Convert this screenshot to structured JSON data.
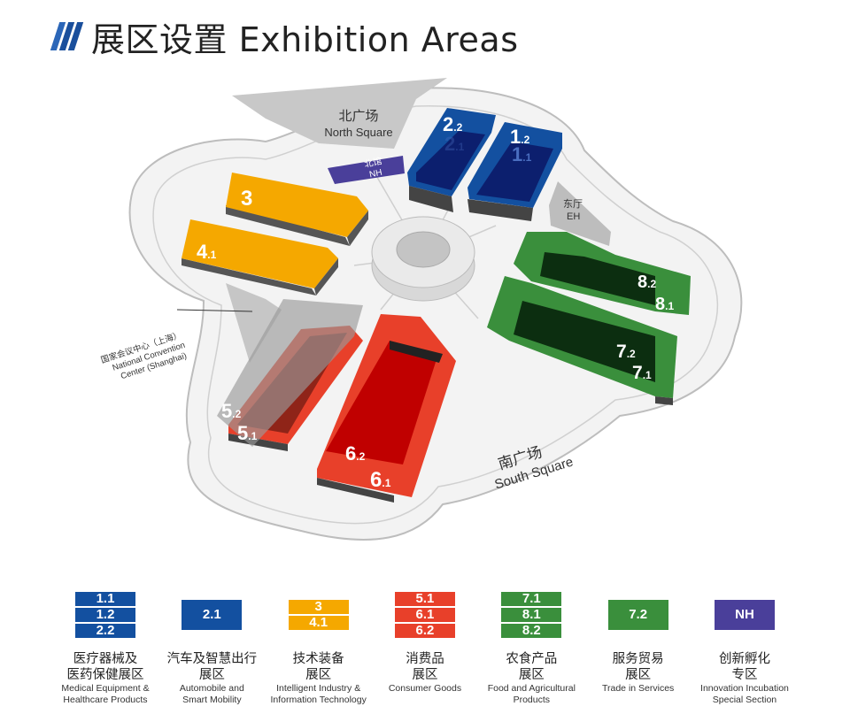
{
  "title": "展区设置 Exhibition Areas",
  "colors": {
    "blue": "#1350a0",
    "dark_blue": "#0c1f6e",
    "orange": "#f5a800",
    "red": "#e8402a",
    "dark_red": "#c00000",
    "green": "#3a8f3c",
    "dark_green": "#0c2e10",
    "purple": "#4a3f9a",
    "gray": "#b8b8b8"
  },
  "map": {
    "north_square_cn": "北广场",
    "north_square_en": "North Square",
    "south_square_cn": "南广场",
    "south_square_en": "South Square",
    "nh_cn": "北馆",
    "nh_en": "NH",
    "eh_cn": "东厅",
    "eh_en": "EH",
    "ncc_cn": "国家会议中心（上海）",
    "ncc_en1": "National Convention",
    "ncc_en2": "Center (Shanghai)",
    "halls": {
      "h3": {
        "main": "3"
      },
      "h41": {
        "main": "4",
        "sub": ".1"
      },
      "h22": {
        "main": "2",
        "sub": ".2"
      },
      "h21": {
        "main": "2",
        "sub": ".1"
      },
      "h12": {
        "main": "1",
        "sub": ".2"
      },
      "h11": {
        "main": "1",
        "sub": ".1"
      },
      "h82": {
        "main": "8",
        "sub": ".2"
      },
      "h81": {
        "main": "8",
        "sub": ".1"
      },
      "h72": {
        "main": "7",
        "sub": ".2"
      },
      "h71": {
        "main": "7",
        "sub": ".1"
      },
      "h52": {
        "main": "5",
        "sub": ".2"
      },
      "h51": {
        "main": "5",
        "sub": ".1"
      },
      "h62": {
        "main": "6",
        "sub": ".2"
      },
      "h61": {
        "main": "6",
        "sub": ".1"
      }
    }
  },
  "legend": [
    {
      "color": "#1350a0",
      "halls": [
        "1.1",
        "1.2",
        "2.2"
      ],
      "cn1": "医疗器械及",
      "cn2": "医药保健展区",
      "en1": "Medical Equipment &",
      "en2": "Healthcare Products"
    },
    {
      "color": "#1350a0",
      "halls": [
        "2.1"
      ],
      "cn1": "汽车及智慧出行",
      "cn2": "展区",
      "en1": "Automobile and",
      "en2": "Smart Mobility"
    },
    {
      "color": "#f5a800",
      "halls": [
        "3",
        "4.1"
      ],
      "cn1": "技术装备",
      "cn2": "展区",
      "en1": "Intelligent Industry &",
      "en2": "Information Technology"
    },
    {
      "color": "#e8402a",
      "halls": [
        "5.1",
        "6.1",
        "6.2"
      ],
      "cn1": "消费品",
      "cn2": "展区",
      "en1": "Consumer Goods",
      "en2": ""
    },
    {
      "color": "#3a8f3c",
      "halls": [
        "7.1",
        "8.1",
        "8.2"
      ],
      "cn1": "农食产品",
      "cn2": "展区",
      "en1": "Food and Agricultural",
      "en2": "Products"
    },
    {
      "color": "#3a8f3c",
      "halls": [
        "7.2"
      ],
      "cn1": "服务贸易",
      "cn2": "展区",
      "en1": "Trade in Services",
      "en2": ""
    },
    {
      "color": "#4a3f9a",
      "halls": [
        "NH"
      ],
      "cn1": "创新孵化",
      "cn2": "专区",
      "en1": "Innovation Incubation",
      "en2": "Special Section"
    }
  ]
}
